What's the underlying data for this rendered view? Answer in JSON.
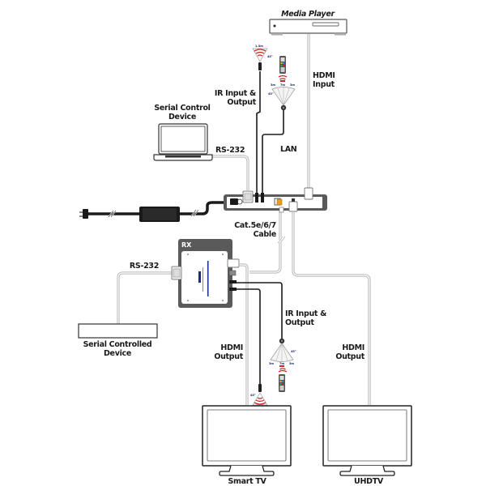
{
  "diagram": {
    "devices": {
      "media_player": "Media Player",
      "serial_control_device": [
        "Serial Control",
        "Device"
      ],
      "serial_controlled_device": [
        "Serial Controlled",
        "Device"
      ],
      "rx_unit": "RX",
      "smart_tv": "Smart TV",
      "uhdtv": "UHDTV"
    },
    "connections": {
      "hdmi_input": [
        "HDMI",
        "Input"
      ],
      "ir_top": [
        "IR Input &",
        "Output"
      ],
      "rs232_top": "RS-232",
      "lan": "LAN",
      "cat_cable": [
        "Cat.5e/6/7",
        "Cable"
      ],
      "rs232_bottom": "RS-232",
      "ir_bottom": [
        "IR Input &",
        "Output"
      ],
      "hdmi_output_left": [
        "HDMI",
        "Output"
      ],
      "hdmi_output_right": [
        "HDMI",
        "Output"
      ]
    },
    "ir_specs": {
      "emitter_range": "1.5m",
      "emitter_angle": "45°",
      "receiver_ranges": [
        "3m",
        "7m",
        "3m"
      ],
      "receiver_angle": "45°"
    },
    "colors": {
      "cable_grey": "#b8b8b8",
      "device_dark": "#5a5a5a",
      "ir_red": "#d42020",
      "port_orange": "#e8a020"
    }
  }
}
